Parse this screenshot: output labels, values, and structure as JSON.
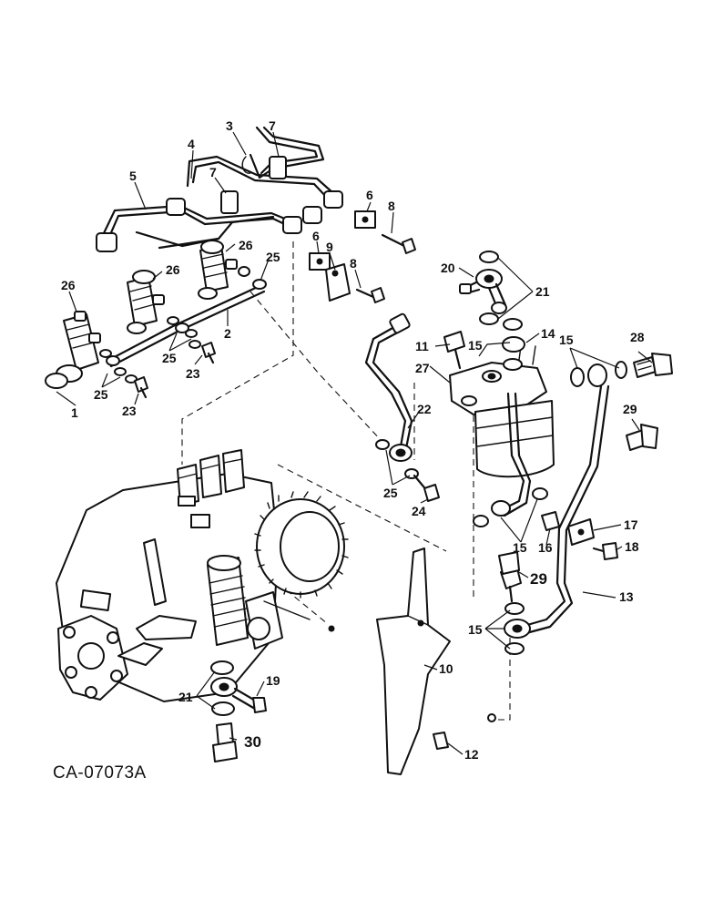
{
  "drawing_code": "CA-07073A",
  "callouts": [
    {
      "id": "c1",
      "label": "1"
    },
    {
      "id": "c2",
      "label": "2"
    },
    {
      "id": "c3",
      "label": "3"
    },
    {
      "id": "c4",
      "label": "4"
    },
    {
      "id": "c5",
      "label": "5"
    },
    {
      "id": "c6a",
      "label": "6"
    },
    {
      "id": "c6b",
      "label": "6"
    },
    {
      "id": "c7a",
      "label": "7"
    },
    {
      "id": "c7b",
      "label": "7"
    },
    {
      "id": "c8a",
      "label": "8"
    },
    {
      "id": "c8b",
      "label": "8"
    },
    {
      "id": "c9",
      "label": "9"
    },
    {
      "id": "c10",
      "label": "10"
    },
    {
      "id": "c11",
      "label": "11"
    },
    {
      "id": "c12",
      "label": "12"
    },
    {
      "id": "c13",
      "label": "13"
    },
    {
      "id": "c14",
      "label": "14"
    },
    {
      "id": "c15a",
      "label": "15"
    },
    {
      "id": "c15b",
      "label": "15"
    },
    {
      "id": "c15c",
      "label": "15"
    },
    {
      "id": "c15d",
      "label": "15"
    },
    {
      "id": "c16",
      "label": "16"
    },
    {
      "id": "c17",
      "label": "17"
    },
    {
      "id": "c18",
      "label": "18"
    },
    {
      "id": "c19",
      "label": "19"
    },
    {
      "id": "c20",
      "label": "20"
    },
    {
      "id": "c21a",
      "label": "21"
    },
    {
      "id": "c21b",
      "label": "21"
    },
    {
      "id": "c22",
      "label": "22"
    },
    {
      "id": "c23a",
      "label": "23"
    },
    {
      "id": "c23b",
      "label": "23"
    },
    {
      "id": "c24",
      "label": "24"
    },
    {
      "id": "c25a",
      "label": "25"
    },
    {
      "id": "c25b",
      "label": "25"
    },
    {
      "id": "c25c",
      "label": "25"
    },
    {
      "id": "c25d",
      "label": "25"
    },
    {
      "id": "c26a",
      "label": "26"
    },
    {
      "id": "c26b",
      "label": "26"
    },
    {
      "id": "c26c",
      "label": "26"
    },
    {
      "id": "c27",
      "label": "27"
    },
    {
      "id": "c28",
      "label": "28"
    },
    {
      "id": "c29a",
      "label": "29"
    },
    {
      "id": "c29b",
      "label": "29"
    },
    {
      "id": "c30",
      "label": "30"
    }
  ]
}
